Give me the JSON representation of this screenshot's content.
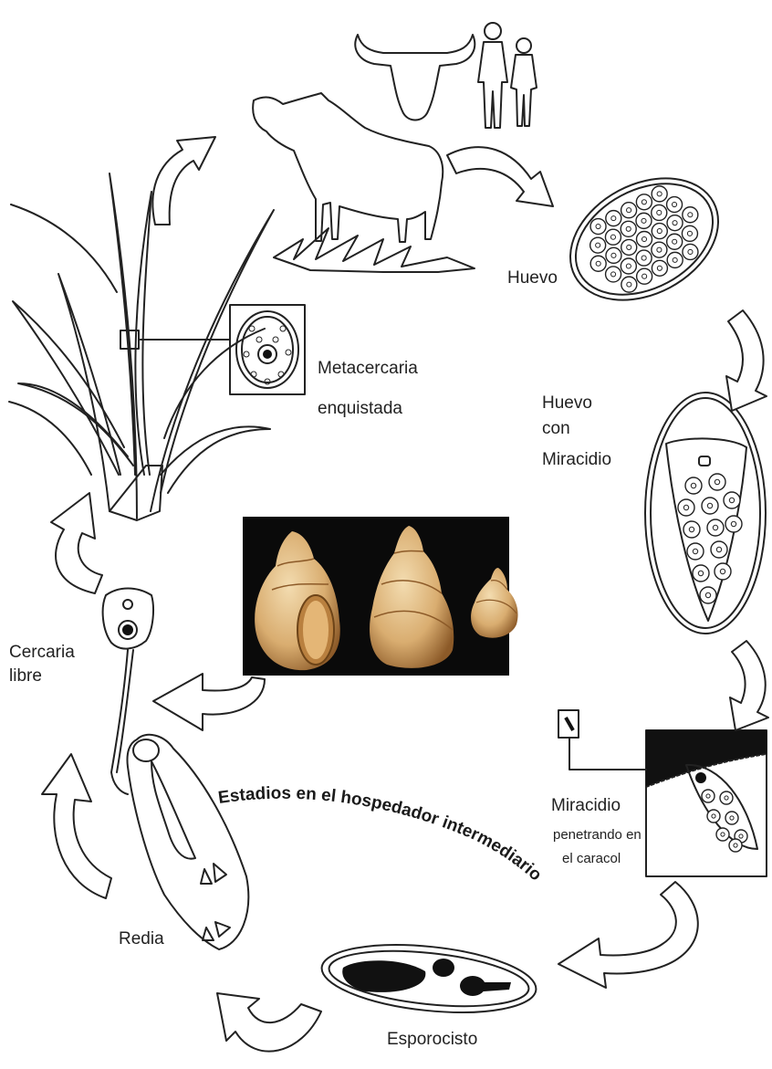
{
  "labels": {
    "huevo": "Huevo",
    "huevo_con_miracidio": [
      "Huevo",
      "con",
      "Miracidio"
    ],
    "miracidio": "Miracidio",
    "miracidio_sub": [
      "penetrando en",
      "el caracol"
    ],
    "esporocisto": "Esporocisto",
    "redia": "Redia",
    "cercaria_libre": [
      "Cercaria",
      "libre"
    ],
    "metacercaria": [
      "Metacercaria",
      "enquistada"
    ],
    "curved_caption": "Estadios en el hospedador intermediario"
  },
  "colors": {
    "line": "#222222",
    "snail_bg": "#0a0a0a",
    "shell_light": "#e6c48e",
    "shell_dark": "#a9783f"
  },
  "icons": [
    "cow-head-icon",
    "human-silhouettes-icon",
    "sheep-icon",
    "grass-icon",
    "snail-shell-icon",
    "cycle-arrow-icon"
  ]
}
